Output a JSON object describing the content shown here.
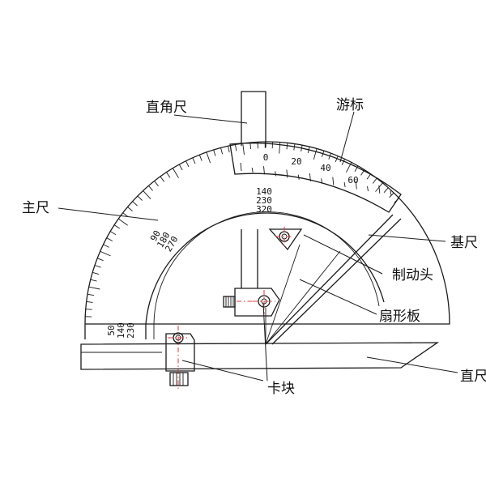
{
  "labels": {
    "square_ruler": "直角尺",
    "vernier": "游标",
    "main_scale": "主尺",
    "base_ruler": "基尺",
    "brake_head": "制动头",
    "sector_plate": "扇形板",
    "clamp_block": "卡块",
    "straight_ruler_partial": "直尺"
  },
  "vernier_scale": [
    "0",
    "20",
    "40",
    "60"
  ],
  "main_scale_top": [
    "140",
    "230",
    "320"
  ],
  "main_scale_mid": [
    "90",
    "180",
    "270"
  ],
  "main_scale_low": [
    "50",
    "140",
    "230"
  ],
  "colors": {
    "line": "#1a1a1a",
    "center_line": "#e23b3b"
  }
}
